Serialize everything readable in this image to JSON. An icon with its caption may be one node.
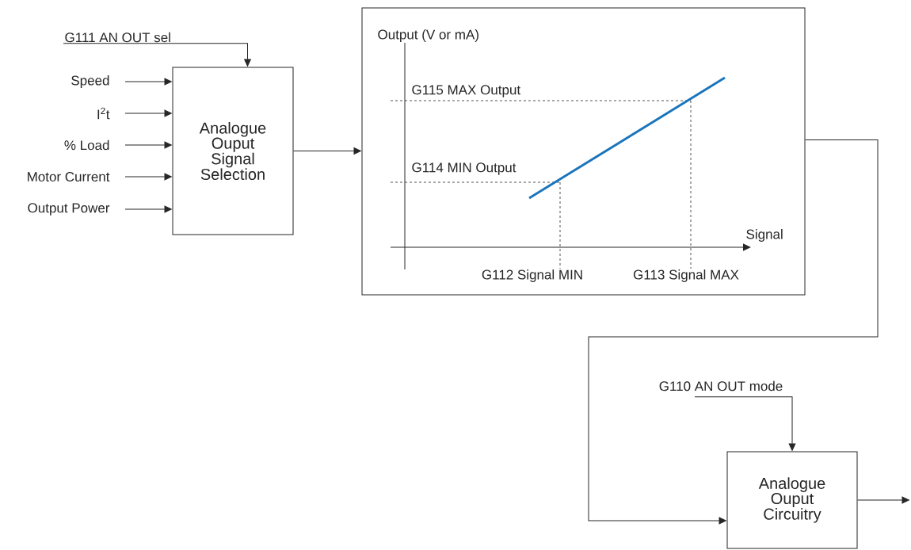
{
  "diagram": {
    "nodes": [
      {
        "text": [
          "G111 AN OUT sel"
        ]
      },
      {
        "text": [
          "Speed"
        ]
      },
      {
        "text": [
          "I$^{2}$t"
        ]
      },
      {
        "text": [
          "% Load"
        ]
      },
      {
        "text": [
          "Motor Current"
        ]
      },
      {
        "text": [
          "Output Power"
        ]
      },
      {
        "text": [
          "Analogue Ouput Signal Selection"
        ]
      },
      {
        "text": [
          "Output (V or mA)",
          "G115 MAX Output",
          "G114 MIN Output",
          "Signal",
          "G112 Signal MIN",
          "G113 Signal MAX"
        ]
      },
      {
        "text": [
          "G110 AN OUT mode"
        ]
      },
      {
        "text": [
          "Analogue Ouput Circuitry"
        ]
      }
    ],
    "edges": [
      {
        "from": 0,
        "to": 6,
        "arrow": "to"
      },
      {
        "from": 1,
        "to": 6,
        "arrow": "to"
      },
      {
        "from": 2,
        "to": 6,
        "arrow": "to"
      },
      {
        "from": 3,
        "to": 6,
        "arrow": "to"
      },
      {
        "from": 4,
        "to": 6,
        "arrow": "to"
      },
      {
        "from": 5,
        "to": 6,
        "arrow": "to"
      },
      {
        "from": 6,
        "to": 7,
        "arrow": "to"
      },
      {
        "from": 7,
        "to": 9,
        "arrow": "to"
      },
      {
        "from": 8,
        "to": 9,
        "arrow": "to"
      },
      {
        "from": 9,
        "to": null,
        "arrow": "to"
      }
    ]
  }
}
